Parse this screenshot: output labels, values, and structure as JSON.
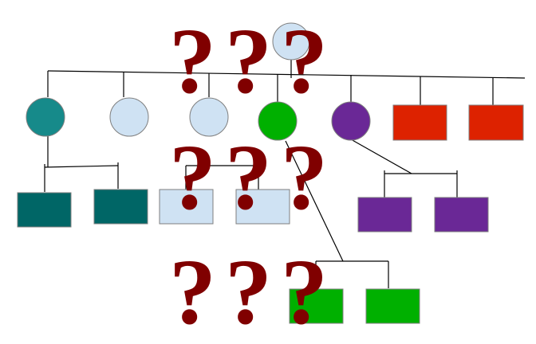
{
  "colors": {
    "line": "#000000",
    "outline": "#7f7f7f",
    "light_blue": "#cfe2f3",
    "teal_circle": "#168a8a",
    "teal_rect": "#006666",
    "green": "#00b000",
    "purple": "#6a2896",
    "red": "#dd2200",
    "question": "#800000"
  },
  "nodes": [
    {
      "id": "root",
      "shape": "circle",
      "color": "light_blue"
    },
    {
      "id": "child-1",
      "shape": "circle",
      "color": "teal_circle"
    },
    {
      "id": "child-2",
      "shape": "circle",
      "color": "light_blue"
    },
    {
      "id": "child-3",
      "shape": "circle",
      "color": "light_blue"
    },
    {
      "id": "child-4",
      "shape": "circle",
      "color": "green"
    },
    {
      "id": "child-5",
      "shape": "circle",
      "color": "purple"
    },
    {
      "id": "child-6",
      "shape": "square",
      "color": "red"
    },
    {
      "id": "child-7",
      "shape": "square",
      "color": "red"
    },
    {
      "id": "grandchild-1a",
      "shape": "square",
      "color": "teal_rect"
    },
    {
      "id": "grandchild-1b",
      "shape": "square",
      "color": "teal_rect"
    },
    {
      "id": "grandchild-3a",
      "shape": "square",
      "color": "light_blue"
    },
    {
      "id": "grandchild-3b",
      "shape": "square",
      "color": "light_blue"
    },
    {
      "id": "grandchild-5a",
      "shape": "square",
      "color": "purple"
    },
    {
      "id": "grandchild-5b",
      "shape": "square",
      "color": "purple"
    },
    {
      "id": "grandchild-4a",
      "shape": "square",
      "color": "green"
    },
    {
      "id": "grandchild-4b",
      "shape": "square",
      "color": "green"
    }
  ],
  "question_marks": [
    "?",
    "?",
    "?",
    "?",
    "?",
    "?",
    "?",
    "?",
    "?"
  ]
}
